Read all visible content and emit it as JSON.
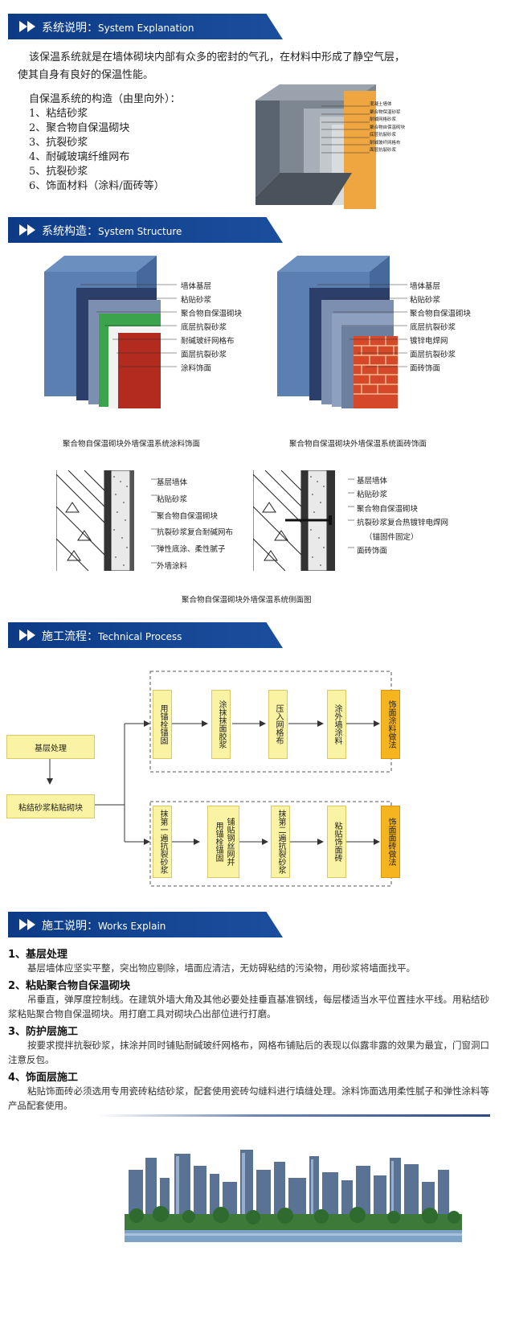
{
  "sections": {
    "s1": {
      "cn": "系统说明：",
      "en": "System Explanation"
    },
    "s2": {
      "cn": "系统构造：",
      "en": "System Structure"
    },
    "s3": {
      "cn": "施工流程：",
      "en": "Technical Process"
    },
    "s4": {
      "cn": "施工说明：",
      "en": "Works Explain"
    }
  },
  "intro": {
    "line1": "该保温系统就是在墙体砌块内部有众多的密封的气孔，在材料中形成了静空气层，",
    "line2": "使其自身有良好的保温性能。",
    "structure_title": "自保温系统的构造（由里向外）：",
    "items": [
      "1、粘结砂浆",
      "2、聚合物自保温砌块",
      "3、抗裂砂浆",
      "4、耐碱玻璃纤维网布",
      "5、抗裂砂浆",
      "6、饰面材料（涂料/面砖等）"
    ]
  },
  "small_block_labels": [
    "混凝土墙体",
    "聚合物保温砂浆",
    "耐碱网格砂浆",
    "聚合物自保温砌块",
    "底层抗裂砂浆",
    "耐碱玻纤网格布",
    "面层抗裂砂浆"
  ],
  "diagram_left": {
    "labels": [
      "墙体基层",
      "粘贴砂浆",
      "聚合物自保温砌块",
      "底层抗裂砂浆",
      "耐碱玻纤网格布",
      "面层抗裂砂浆",
      "涂料饰面"
    ],
    "caption": "聚合物自保温砌块外墙保温系统涂料饰面"
  },
  "diagram_right": {
    "labels": [
      "墙体基层",
      "粘贴砂浆",
      "聚合物自保温砌块",
      "底层抗裂砂浆",
      "镀锌电焊网",
      "面层抗裂砂浆",
      "面砖饰面"
    ],
    "caption": "聚合物自保温砌块外墙保温系统面砖饰面"
  },
  "section_left": {
    "labels": [
      "基层墙体",
      "粘贴砂浆",
      "聚合物自保温砌块",
      "抗裂砂浆复合耐碱网布",
      "弹性底涂、柔性腻子",
      "外墙涂料"
    ]
  },
  "section_right": {
    "labels": [
      "基层墙体",
      "粘贴砂浆",
      "聚合物自保温砌块",
      "抗裂砂浆复合热镀锌电焊网",
      "（锚固件固定）",
      "面砖饰面"
    ]
  },
  "section_caption": "聚合物自保温砌块外墙保温系统侧面图",
  "process": {
    "start": "基层处理",
    "second": "粘结砂浆粘贴砌块",
    "top_row": [
      "用锚栓锚固",
      "涂抹抹面胶浆",
      "压入网格布",
      "涂外墙涂料"
    ],
    "top_end": "饰面涂料做法",
    "bottom_row": [
      "抹第一遍抗裂砂浆",
      "用锚栓锚固",
      "铺贴钢丝网并",
      "抹第二遍抗裂砂浆",
      "粘贴饰面砖"
    ],
    "bottom_end": "饰面面砖做法"
  },
  "works": [
    {
      "title": "1、基层处理",
      "text": "基层墙体应坚实平整，突出物应剔除，墙面应清洁，无妨碍粘结的污染物，用砂浆将墙面找平。"
    },
    {
      "title": "2、粘贴聚合物自保温砌块",
      "text": "吊垂直，弹厚度控制线。在建筑外墙大角及其他必要处挂垂直基准钢线，每层楼适当水平位置挂水平线。用粘结砂浆粘贴聚合物自保温砌块。用打磨工具对砌块凸出部位进行打磨。"
    },
    {
      "title": "3、防护层施工",
      "text": "按要求搅拌抗裂砂浆，抹涂并同时铺贴耐碱玻纤网格布，网格布铺贴后的表现以似露非露的效果为最宜，门窗洞口注意反包。"
    },
    {
      "title": "4、饰面层施工",
      "text": "粘贴饰面砖必须选用专用瓷砖粘结砂浆，配套使用瓷砖勾缝料进行填缝处理。涂料饰面选用柔性腻子和弹性涂料等产品配套使用。"
    }
  ]
}
